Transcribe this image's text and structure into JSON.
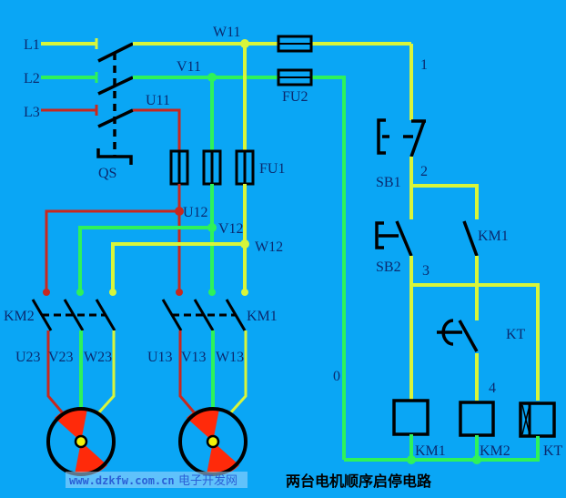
{
  "diagram": {
    "title": "两台电机顺序启停电路",
    "watermark": {
      "url": "www.dzkfw.com.cn",
      "site": "电子开发网"
    },
    "colors": {
      "background": "#0aa6f5",
      "phase_L1": "#d8f53a",
      "phase_L2": "#2ef25a",
      "phase_L3": "#c8281e",
      "symbol": "#000000",
      "label": "#0b2a6e",
      "motor_fill": "#ff2a0a",
      "motor_center": "#f2f20a"
    },
    "power_lines": [
      "L1",
      "L2",
      "L3"
    ],
    "main_switch": "QS",
    "nodes": {
      "after_switch": [
        "W11",
        "V11",
        "U11"
      ],
      "after_fuse": [
        "U12",
        "V12",
        "W12"
      ],
      "motor2_terminals": [
        "U23",
        "V23",
        "W23"
      ],
      "motor1_terminals": [
        "U13",
        "V13",
        "W13"
      ]
    },
    "fuses": {
      "main": "FU1",
      "control": "FU2"
    },
    "contactors": {
      "main_km1": "KM1",
      "main_km2": "KM2"
    },
    "control_circuit": {
      "wire_numbers": [
        "1",
        "2",
        "3",
        "4",
        "0"
      ],
      "stop_button": "SB1",
      "start_button": "SB2",
      "self_hold_contact": "KM1",
      "timer_contact": "KT",
      "coils": [
        "KM1",
        "KM2",
        "KT"
      ]
    }
  }
}
